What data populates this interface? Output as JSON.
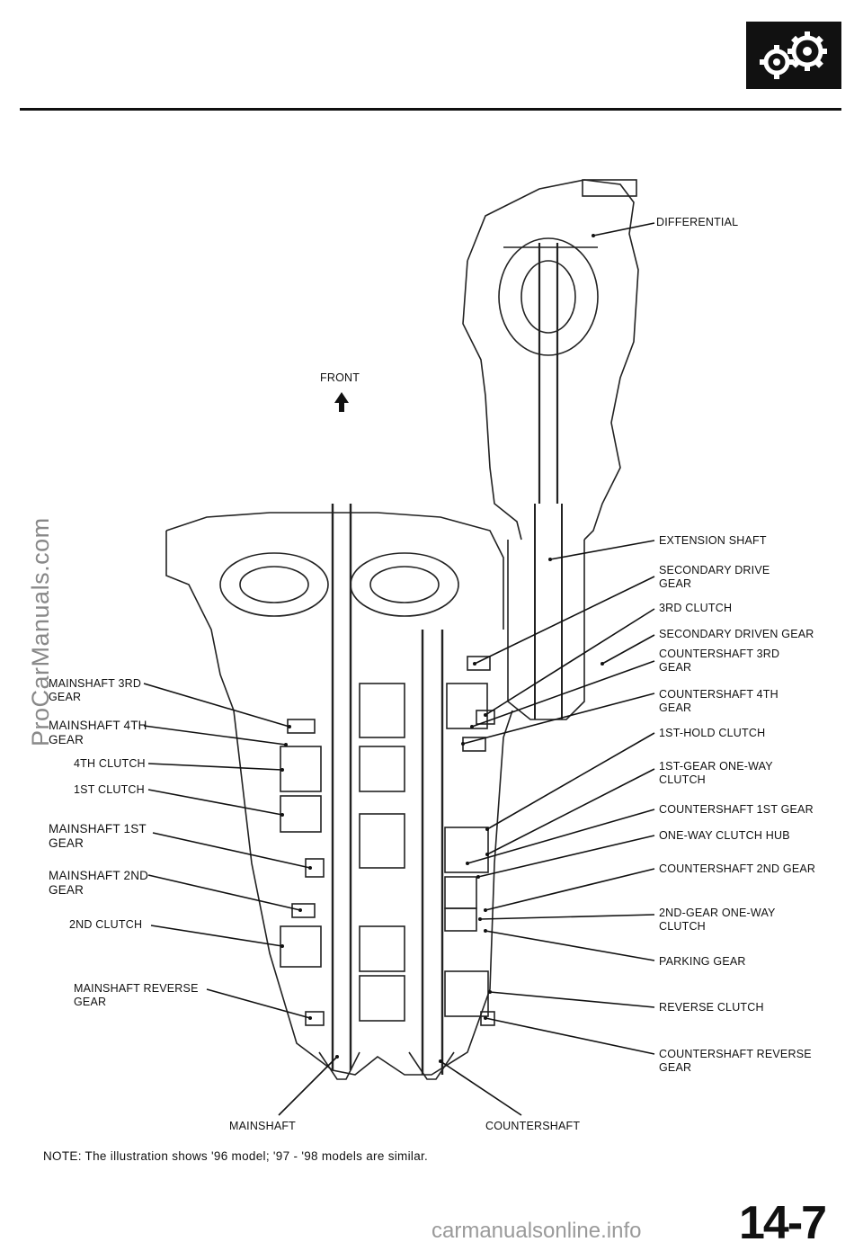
{
  "header": {
    "icon": "gear-icon"
  },
  "watermark": "ProCarManuals.com",
  "watermark_bottom": "carmanualsonline.info",
  "page_number": "14-7",
  "front_label": "FRONT",
  "labels_left": {
    "mainshaft_3rd_gear": "MAINSHAFT 3RD\nGEAR",
    "mainshaft_4th_gear": "MAINSHAFT 4TH\nGEAR",
    "clutch_4th": "4TH CLUTCH",
    "clutch_1st": "1ST CLUTCH",
    "mainshaft_1st_gear": "MAINSHAFT 1ST\nGEAR",
    "mainshaft_2nd_gear": "MAINSHAFT 2ND\nGEAR",
    "clutch_2nd": "2ND CLUTCH",
    "mainshaft_reverse_gear": "MAINSHAFT  REVERSE\nGEAR"
  },
  "labels_right": {
    "differential": "DIFFERENTIAL",
    "extension_shaft": "EXTENSION  SHAFT",
    "secondary_drive_gear": "SECONDARY DRIVE\nGEAR",
    "clutch_3rd": "3RD CLUTCH",
    "secondary_driven_gear": "SECONDARY DRIVEN GEAR",
    "countershaft_3rd_gear": "COUNTERSHAFT  3RD\nGEAR",
    "countershaft_4th_gear": "COUNTERSHAFT  4TH\nGEAR",
    "hold_clutch_1st": "1ST-HOLD  CLUTCH",
    "one_way_clutch_1st": "1ST-GEAR ONE-WAY\nCLUTCH",
    "countershaft_1st_gear": "COUNTERSHAFT  1ST GEAR",
    "one_way_clutch_hub": "ONE-WAY  CLUTCH  HUB",
    "countershaft_2nd_gear": "COUNTERSHAFT  2ND  GEAR",
    "one_way_clutch_2nd": "2ND-GEAR  ONE-WAY\nCLUTCH",
    "parking_gear": "PARKING GEAR",
    "reverse_clutch": "REVERSE CLUTCH",
    "countershaft_reverse_gear": "COUNTERSHAFT REVERSE\nGEAR"
  },
  "labels_bottom": {
    "mainshaft": "MAINSHAFT",
    "countershaft": "COUNTERSHAFT"
  },
  "note": "NOTE:  The illustration shows '96 model; '97 - '98 models are similar."
}
